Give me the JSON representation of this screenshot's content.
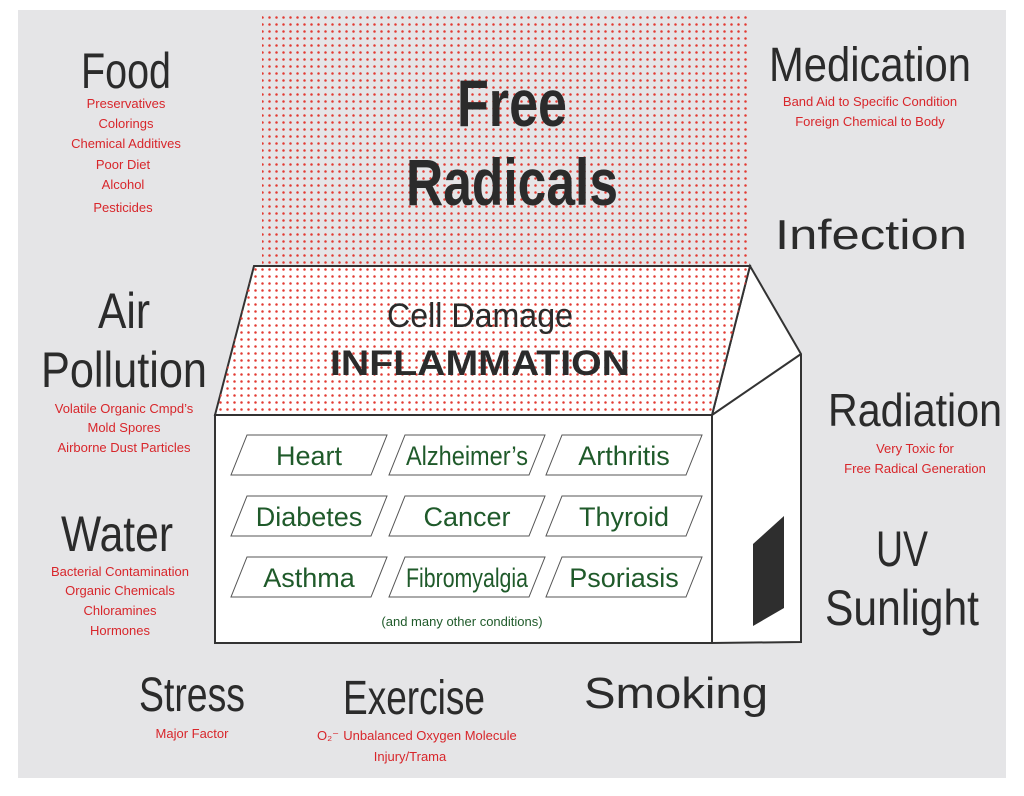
{
  "colors": {
    "background": "#ffffff",
    "panel": "#e5e5e7",
    "heading": "#2b2b2b",
    "detail_red": "#d8262b",
    "dot_red": "#e23a32",
    "condition_green": "#1f5a2a",
    "outline": "#333333"
  },
  "center": {
    "title_line1": "Free",
    "title_line2": "Radicals",
    "roof_line1": "Cell Damage",
    "roof_line2": "INFLAMMATION",
    "conditions": [
      "Heart",
      "Alzheimer’s",
      "Arthritis",
      "Diabetes",
      "Cancer",
      "Thyroid",
      "Asthma",
      "Fibromyalgia",
      "Psoriasis"
    ],
    "footnote": "(and many other conditions)"
  },
  "factors": {
    "food": {
      "title": "Food",
      "details": [
        "Preservatives",
        "Colorings",
        "Chemical Additives",
        "Poor Diet",
        "Alcohol",
        "Pesticides"
      ]
    },
    "medication": {
      "title": "Medication",
      "details": [
        "Band Aid to Specific Condition",
        "Foreign Chemical to Body"
      ]
    },
    "infection": {
      "title": "Infection"
    },
    "air": {
      "title_line1": "Air",
      "title_line2": "Pollution",
      "details": [
        "Volatile Organic Cmpd’s",
        "Mold Spores",
        "Airborne Dust Particles"
      ]
    },
    "radiation": {
      "title": "Radiation",
      "details": [
        "Very Toxic for",
        "Free Radical Generation"
      ]
    },
    "water": {
      "title": "Water",
      "details": [
        "Bacterial Contamination",
        "Organic Chemicals",
        "Chloramines",
        "Hormones"
      ]
    },
    "uv": {
      "title_line1": "UV",
      "title_line2": "Sunlight"
    },
    "stress": {
      "title": "Stress",
      "details": [
        "Major Factor"
      ]
    },
    "exercise": {
      "title": "Exercise",
      "detail_symbol": "O₂⁻",
      "details": [
        "Unbalanced Oxygen Molecule",
        "Injury/Trama"
      ]
    },
    "smoking": {
      "title": "Smoking"
    }
  }
}
